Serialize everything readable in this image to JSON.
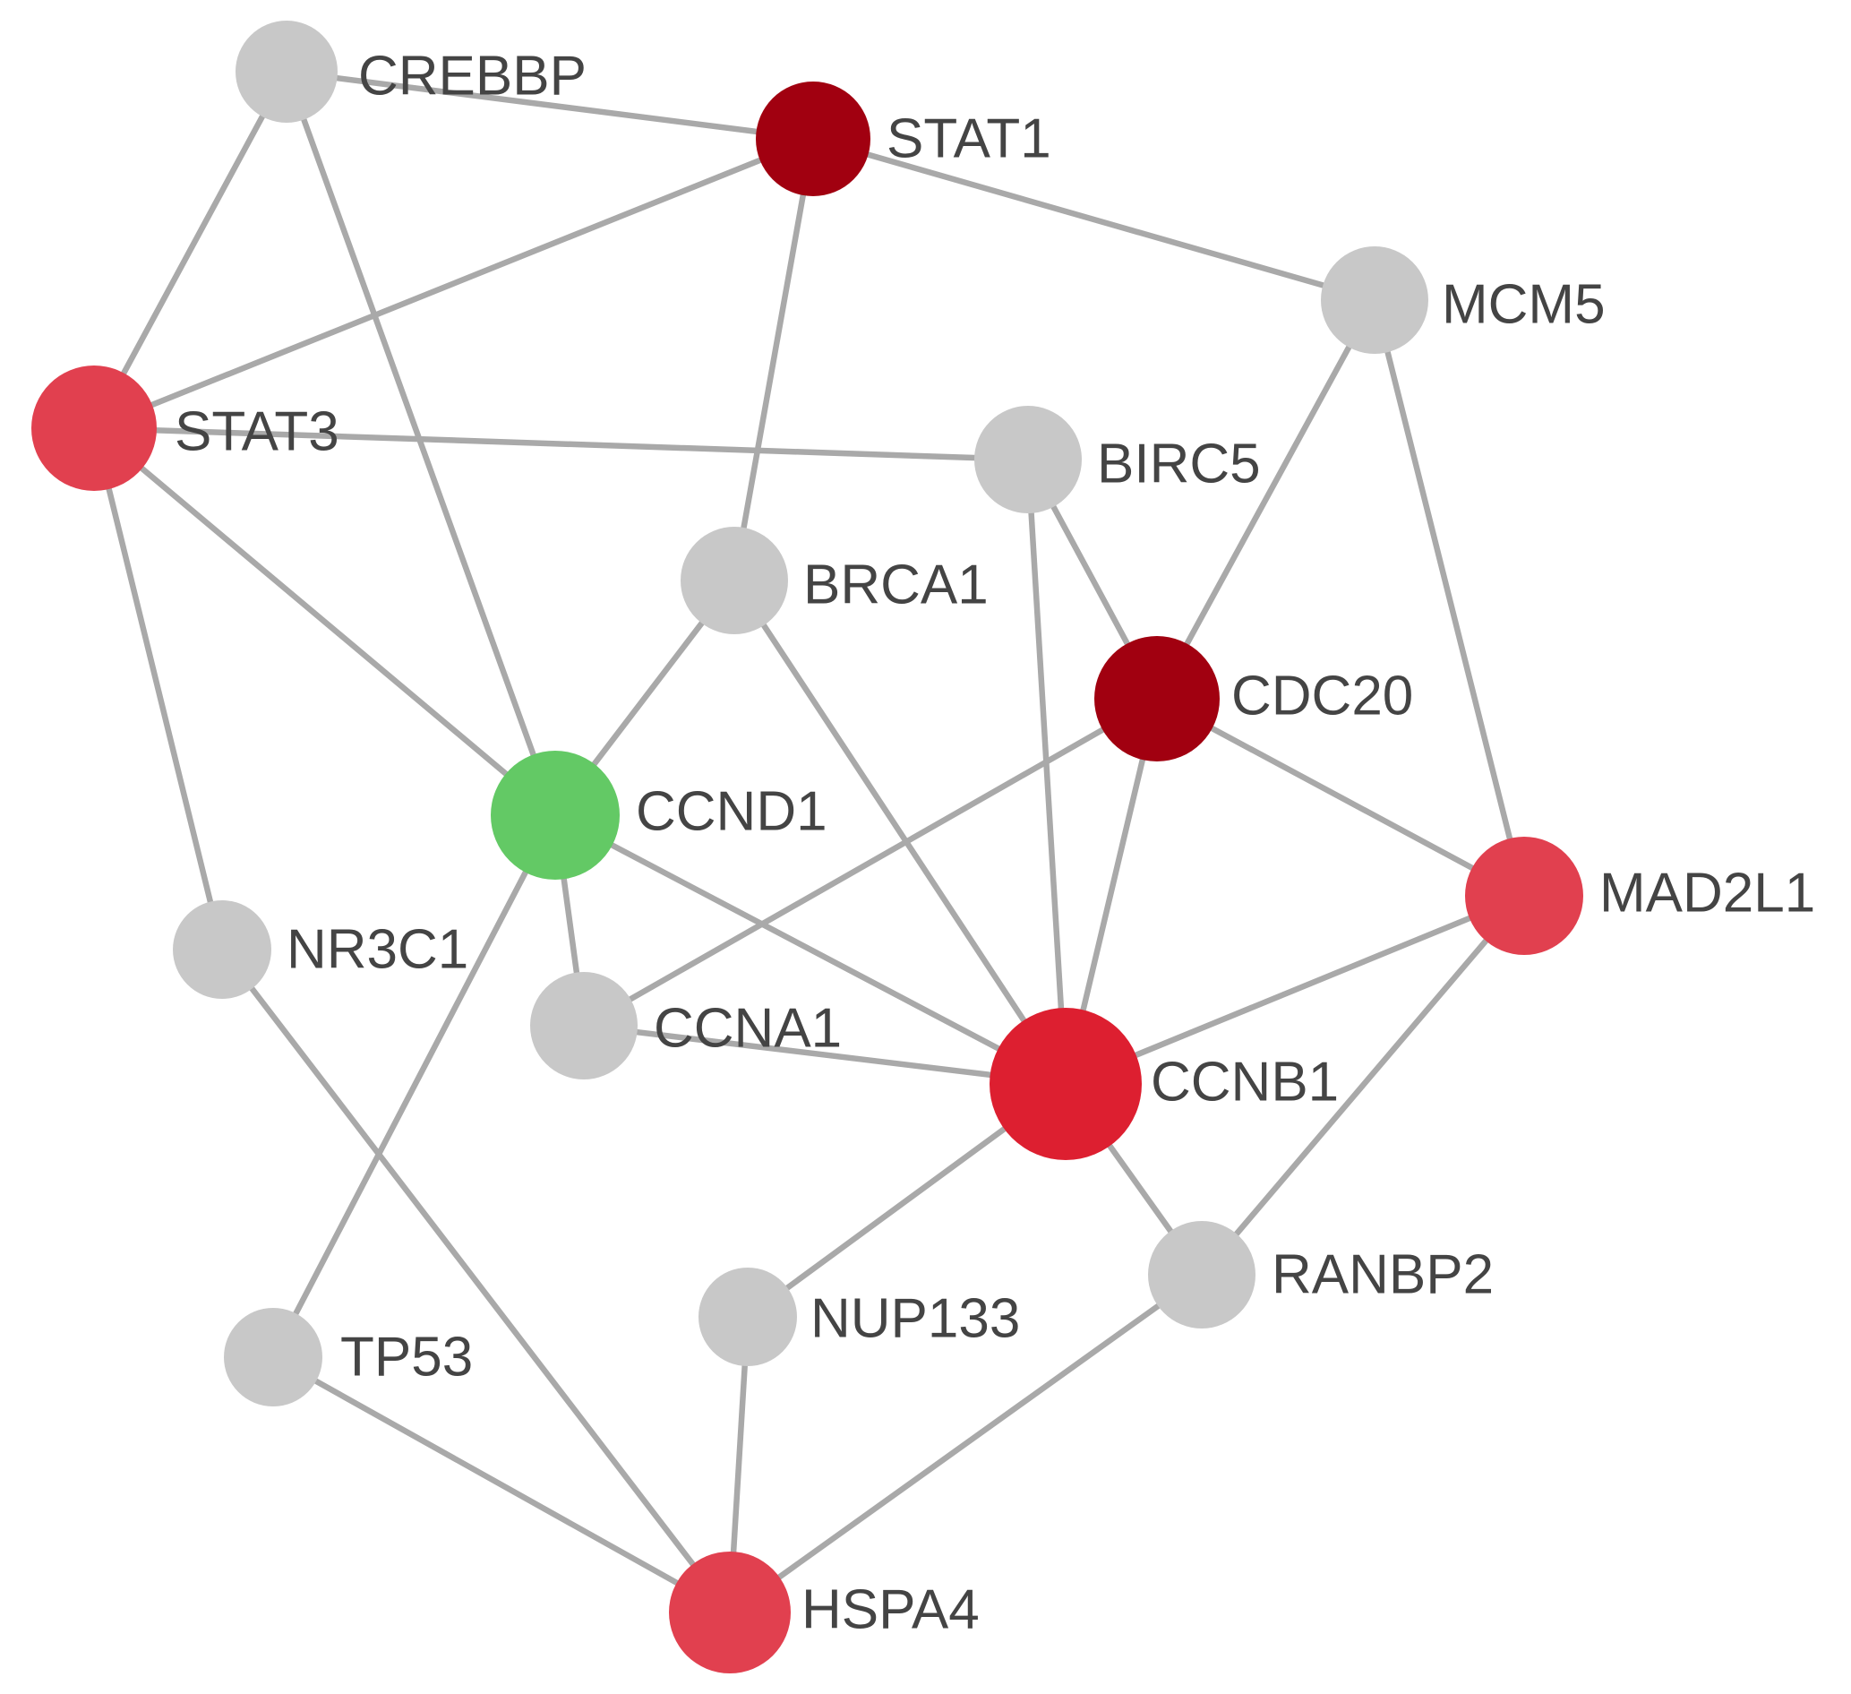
{
  "colors": {
    "gray": "#c8c8c8",
    "light_red": "#e1404f",
    "red": "#dd1f30",
    "dark_red": "#a10010",
    "green": "#63c965",
    "edge": "#a9a9a9",
    "label": "#444444"
  },
  "nodes": [
    {
      "id": "CREBBP",
      "label": "CREBBP",
      "color": "gray"
    },
    {
      "id": "STAT1",
      "label": "STAT1",
      "color": "dark_red"
    },
    {
      "id": "MCM5",
      "label": "MCM5",
      "color": "gray"
    },
    {
      "id": "STAT3",
      "label": "STAT3",
      "color": "light_red"
    },
    {
      "id": "BIRC5",
      "label": "BIRC5",
      "color": "gray"
    },
    {
      "id": "BRCA1",
      "label": "BRCA1",
      "color": "gray"
    },
    {
      "id": "CDC20",
      "label": "CDC20",
      "color": "dark_red"
    },
    {
      "id": "CCND1",
      "label": "CCND1",
      "color": "green"
    },
    {
      "id": "MAD2L1",
      "label": "MAD2L1",
      "color": "light_red"
    },
    {
      "id": "NR3C1",
      "label": "NR3C1",
      "color": "gray"
    },
    {
      "id": "CCNA1",
      "label": "CCNA1",
      "color": "gray"
    },
    {
      "id": "CCNB1",
      "label": "CCNB1",
      "color": "red"
    },
    {
      "id": "RANBP2",
      "label": "RANBP2",
      "color": "gray"
    },
    {
      "id": "NUP133",
      "label": "NUP133",
      "color": "gray"
    },
    {
      "id": "TP53",
      "label": "TP53",
      "color": "gray"
    },
    {
      "id": "HSPA4",
      "label": "HSPA4",
      "color": "light_red"
    }
  ],
  "edges": [
    [
      "CREBBP",
      "STAT1"
    ],
    [
      "CREBBP",
      "STAT3"
    ],
    [
      "CREBBP",
      "CCND1"
    ],
    [
      "STAT1",
      "STAT3"
    ],
    [
      "STAT1",
      "MCM5"
    ],
    [
      "STAT1",
      "BRCA1"
    ],
    [
      "STAT3",
      "BIRC5"
    ],
    [
      "STAT3",
      "CCND1"
    ],
    [
      "STAT3",
      "NR3C1"
    ],
    [
      "MCM5",
      "CDC20"
    ],
    [
      "MCM5",
      "MAD2L1"
    ],
    [
      "BIRC5",
      "CDC20"
    ],
    [
      "BIRC5",
      "CCNB1"
    ],
    [
      "BRCA1",
      "CCND1"
    ],
    [
      "BRCA1",
      "CCNB1"
    ],
    [
      "CDC20",
      "CCNA1"
    ],
    [
      "CDC20",
      "CCNB1"
    ],
    [
      "CDC20",
      "MAD2L1"
    ],
    [
      "CCND1",
      "CCNA1"
    ],
    [
      "CCND1",
      "CCNB1"
    ],
    [
      "CCND1",
      "TP53"
    ],
    [
      "MAD2L1",
      "CCNB1"
    ],
    [
      "MAD2L1",
      "RANBP2"
    ],
    [
      "NR3C1",
      "HSPA4"
    ],
    [
      "CCNA1",
      "CCNB1"
    ],
    [
      "CCNB1",
      "RANBP2"
    ],
    [
      "CCNB1",
      "NUP133"
    ],
    [
      "RANBP2",
      "HSPA4"
    ],
    [
      "NUP133",
      "HSPA4"
    ],
    [
      "TP53",
      "HSPA4"
    ]
  ]
}
